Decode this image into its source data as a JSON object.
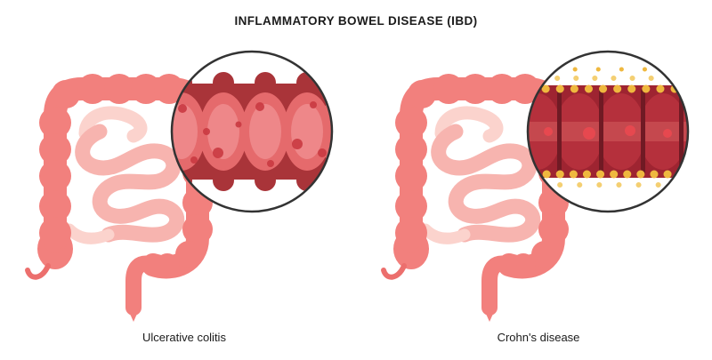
{
  "title": "INFLAMMATORY BOWEL DISEASE (IBD)",
  "panels": {
    "left": {
      "label": "Ulcerative colitis"
    },
    "right": {
      "label": "Crohn's disease"
    }
  },
  "colors": {
    "background": "#ffffff",
    "text": "#1b1b1b",
    "colon": "#f2807d",
    "colon_dark": "#ec6f6d",
    "small_intestine": "#f7b4af",
    "small_intestine_light": "#fbd3cd",
    "circle_border": "#333333",
    "uc_wall_dark": "#a93439",
    "uc_segment": "#e56a6c",
    "uc_segment_light": "#ee8789",
    "uc_spot": "#c93a42",
    "crohn_wall": "#9e2431",
    "crohn_segment": "#b5303c",
    "crohn_lumen": "#c64b50",
    "crohn_fissure": "#701a24",
    "crohn_spot": "#ea4850",
    "fat_yellow": "#efb83f",
    "fat_yellow_light": "#f4cf72"
  }
}
